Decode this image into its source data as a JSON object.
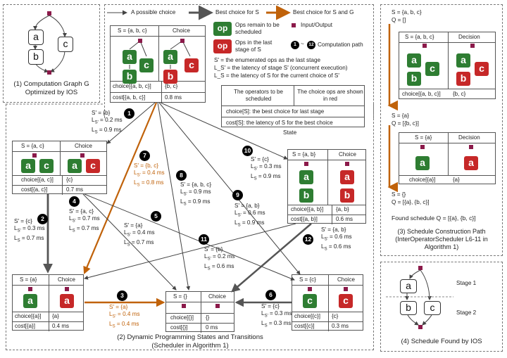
{
  "legend": {
    "possible_choice": "A possible choice",
    "best_for_s": "Best choice for S",
    "best_for_s_and_g": "Best choice for S and G",
    "op_label": "op",
    "ops_remain": "Ops remain to be scheduled",
    "ops_last_stage": "Ops in the last stage of S",
    "input_output": "Input/Output",
    "path_1": "1",
    "path_tilde": "~",
    "path_12": "12",
    "computation_path": "Computation path",
    "def_s_prime": "S' = the enumerated ops as the last stage",
    "def_l_s_prime": "L_S' = the latency of stage S' (concurrent execution)",
    "def_l_s": "L_S = the latency of S for the current choice of S'",
    "note_operators": "The operators to be scheduled",
    "note_choice_ops": "The choice ops are shown in red",
    "choice_def": "choice[S]: the best choice for last stage",
    "cost_def": "cost[S]: the latency of S for the best choice",
    "state_label": "State"
  },
  "panel1": {
    "title_line1": "(1) Computation Graph G",
    "title_line2": "Optimized by IOS",
    "nodes": [
      "a",
      "b",
      "c"
    ]
  },
  "panel2": {
    "caption_line1": "(2) Dynamic Programming States and Transitions",
    "caption_line2": "(Scheduler in Algorithm 1)",
    "states": {
      "abc": {
        "set": "S = {a, b, c}",
        "choice_hdr": "Choice",
        "choice_row": "choice[{a, b, c}]",
        "choice_val": "{b, c}",
        "cost_row": "cost[{a, b, c}]",
        "cost_val": "0.8 ms"
      },
      "ac": {
        "set": "S = {a, c}",
        "choice_hdr": "Choice",
        "choice_row": "choice[{a, c}]",
        "choice_val": "{c}",
        "cost_row": "cost[{a, c}]",
        "cost_val": "0.7 ms"
      },
      "ab": {
        "set": "S = {a, b}",
        "choice_hdr": "Choice",
        "choice_row": "choice[{a, b}]",
        "choice_val": "{a, b}",
        "cost_row": "cost[{a, b}]",
        "cost_val": "0.6 ms"
      },
      "a": {
        "set": "S = {a}",
        "choice_hdr": "Choice",
        "choice_row": "choice[{a}]",
        "choice_val": "{a}",
        "cost_row": "cost[{a}]",
        "cost_val": "0.4 ms"
      },
      "empty": {
        "set": "S = {}",
        "choice_hdr": "Choice",
        "choice_row": "choice[{}]",
        "choice_val": "{}",
        "cost_row": "cost[{}]",
        "cost_val": "0 ms"
      },
      "c": {
        "set": "S = {c}",
        "choice_hdr": "Choice",
        "choice_row": "choice[{c}]",
        "choice_val": "{c}",
        "cost_row": "cost[{c}]",
        "cost_val": "0.3 ms"
      }
    },
    "transitions": [
      {
        "id": "1",
        "s": "S' = {b}",
        "lsp": "0.2 ms",
        "ls": "0.9 ms"
      },
      {
        "id": "2",
        "s": "S' = {c}",
        "lsp": "0.3 ms",
        "ls": "0.7 ms"
      },
      {
        "id": "3",
        "s": "S' = {a}",
        "lsp": "0.4 ms",
        "ls": "0.4 ms"
      },
      {
        "id": "4",
        "s": "S' = {a, c}",
        "lsp": "0.7 ms",
        "ls": "0.7 ms"
      },
      {
        "id": "5",
        "s": "S' = {a}",
        "lsp": "0.4 ms",
        "ls": "0.7 ms"
      },
      {
        "id": "6",
        "s": "S' = {c}",
        "lsp": "0.3 ms",
        "ls": "0.3 ms"
      },
      {
        "id": "7",
        "s": "S' = {b, c}",
        "lsp": "0.4 ms",
        "ls": "0.8 ms"
      },
      {
        "id": "8",
        "s": "S' = {a, b, c}",
        "lsp": "0.9 ms",
        "ls": "0.9 ms"
      },
      {
        "id": "9",
        "s": "S' = {a, b}",
        "lsp": "0.6 ms",
        "ls": "0.9 ms"
      },
      {
        "id": "10",
        "s": "S' = {c}",
        "lsp": "0.3 ms",
        "ls": "0.9 ms"
      },
      {
        "id": "11",
        "s": "S' = {b}",
        "lsp": "0.2 ms",
        "ls": "0.6 ms"
      },
      {
        "id": "12",
        "s": "S' = {a, b}",
        "lsp": "0.6 ms",
        "ls": "0.6 ms"
      }
    ],
    "l_s_prime_prefix": "L",
    "sub_s_prime": "S'",
    "sub_s": "S",
    "eq": " = "
  },
  "panel3": {
    "step1_set": "S = {a, b, c}",
    "step1_q": "Q = []",
    "step1_hdr_set": "S = {a, b, c}",
    "step1_hdr_dec": "Decision",
    "step1_choice_row": "choice[{a, b, c}]",
    "step1_choice_val": "{b, c}",
    "step2_set": "S = {a}",
    "step2_q": "Q = [{b, c}]",
    "step2_hdr_set": "S = {a}",
    "step2_hdr_dec": "Decision",
    "step2_choice_row": "choice[{a}]",
    "step2_choice_val": "{a}",
    "step3_set": "S = {}",
    "step3_q": "Q = [{a}, {b, c}]",
    "found": "Found schedule Q = [{a}, {b, c}]",
    "caption_line1": "(3) Schedule Construction Path",
    "caption_line2": "(InterOperatorScheduler L6-11 in",
    "caption_line3": "Algorithm 1)"
  },
  "panel4": {
    "stage1": "Stage 1",
    "stage2": "Stage 2",
    "caption": "(4) Schedule Found by IOS",
    "nodes": [
      "a",
      "b",
      "c"
    ]
  },
  "colors": {
    "green": "#2e7d32",
    "red": "#c62828",
    "orange": "#c0620a",
    "io": "#8b1a4a",
    "gray_arrow": "#555555",
    "possible_arrow": "#444444"
  }
}
